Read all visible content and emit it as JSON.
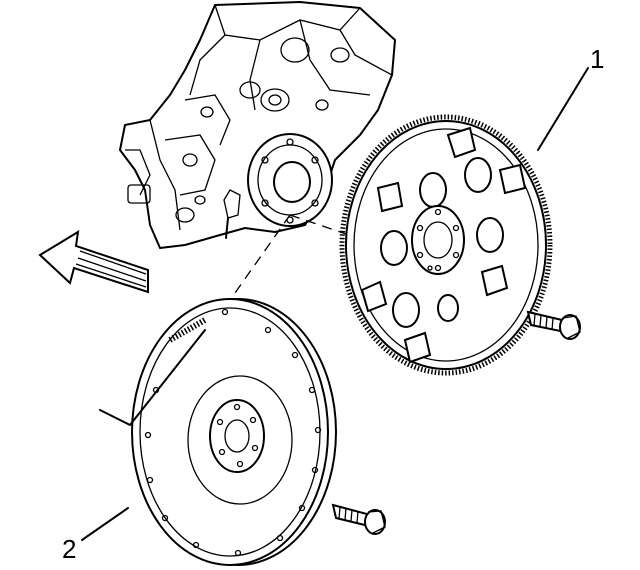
{
  "figure": {
    "callouts": [
      {
        "id": 1,
        "label": "1"
      },
      {
        "id": 2,
        "label": "2"
      }
    ],
    "parts": {
      "engine_block": "engine-rear-block",
      "flexplate": "flexplate",
      "flywheel": "flywheel",
      "bolt_upper": "flexplate-bolt",
      "bolt_lower": "flywheel-bolt",
      "arrow": "front-direction-arrow"
    }
  }
}
